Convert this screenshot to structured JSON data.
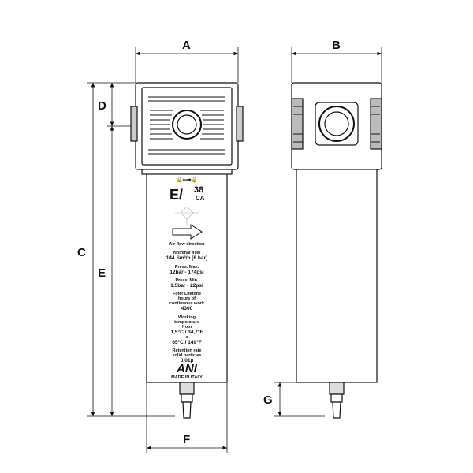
{
  "dimensions": {
    "a": "A",
    "b": "B",
    "c": "C",
    "d": "D",
    "e": "E",
    "f": "F",
    "g": "G"
  },
  "label": {
    "model_main": "E/",
    "model_num": "38",
    "model_suffix": "CA",
    "airflow": "Air flow direction",
    "nominal_flow_label": "Nominal flow",
    "nominal_flow_value": "144 Sm³/h [6 bar]",
    "press_max_label": "Press. Max.",
    "press_max_value": "12bar - 174psi",
    "press_min_label": "Press. Min.",
    "press_min_value": "1.5bar - 22psi",
    "lifetime_label_1": "Filter Lifetime",
    "lifetime_label_2": "hours of",
    "lifetime_label_3": "continuous work",
    "lifetime_value": "4300",
    "temp_label_1": "Working",
    "temp_label_2": "temperature",
    "temp_label_3": "from",
    "temp_from": "1,5°C / 34,7°F",
    "temp_to_word": "a",
    "temp_to": "65°C / 149°F",
    "retention_label_1": "Retention rate",
    "retention_label_2": "solid particles",
    "retention_value": "0,01µ",
    "brand": "ANI",
    "made_in": "MADE IN ITALY"
  }
}
